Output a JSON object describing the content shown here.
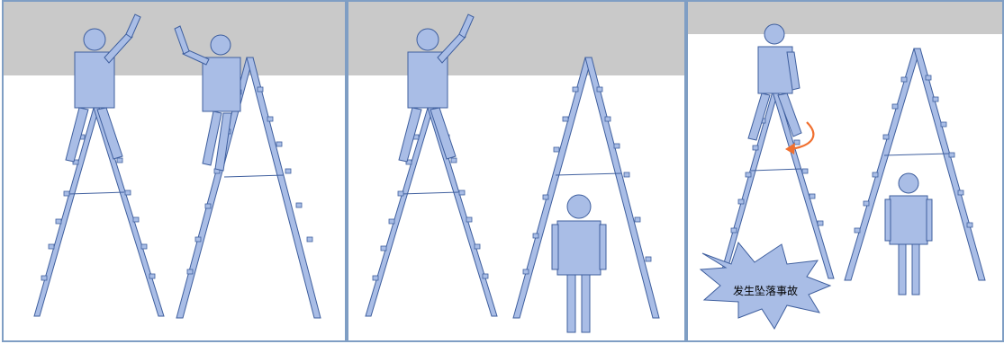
{
  "colors": {
    "ceiling": "#c9c9c9",
    "figure_fill": "#a9bde6",
    "figure_stroke": "#3f5f9e",
    "ladder_fill": "#a9bde6",
    "ladder_stroke": "#3f5f9e",
    "panel_border": "#7f9ec4",
    "arrow": "#f07030",
    "starburst": "#a9bde6"
  },
  "panels": [
    {
      "id": "panel-1",
      "caption": "two-workers-on-ladder"
    },
    {
      "id": "panel-2",
      "caption": "worker-on-ladder-and-person-under-ladder"
    },
    {
      "id": "panel-3",
      "caption": "ladder-tipping-fall-accident"
    }
  ],
  "accident": {
    "label": "发生坠落事故",
    "icon": "starburst-icon",
    "arrow_icon": "curved-arrow-icon"
  }
}
